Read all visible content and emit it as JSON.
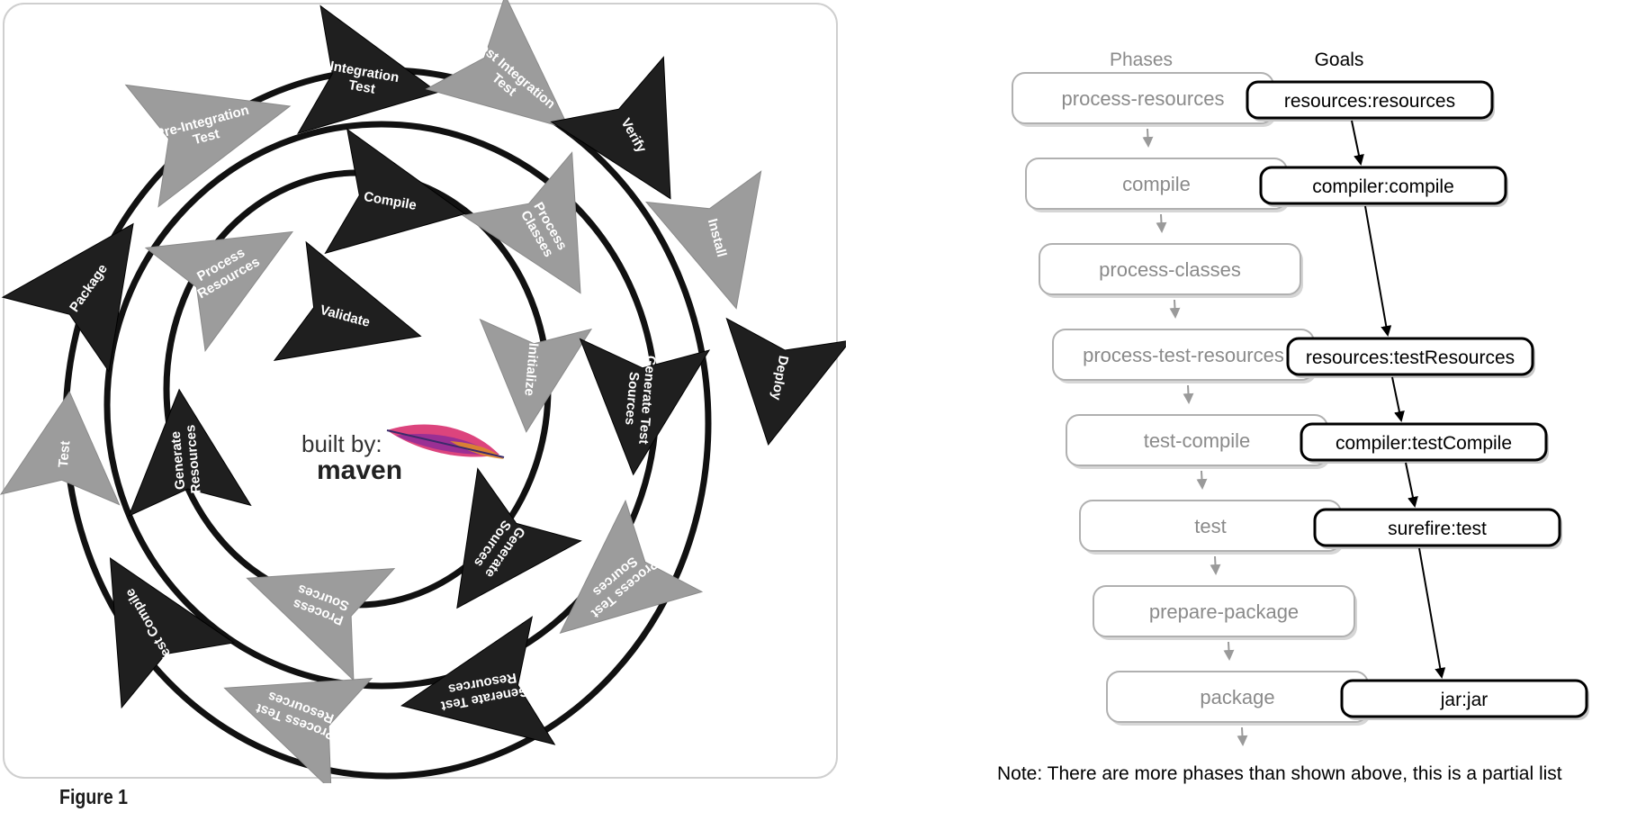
{
  "spiral": {
    "caption": "Figure 1",
    "branding": {
      "prefix": "built by:",
      "name": "maven"
    },
    "arrows": [
      {
        "id": "validate",
        "lines": [
          "Validate"
        ],
        "tone": "dark"
      },
      {
        "id": "initialize",
        "lines": [
          "Initialize"
        ],
        "tone": "light"
      },
      {
        "id": "generate-sources",
        "lines": [
          "Generate",
          "Sources"
        ],
        "tone": "dark"
      },
      {
        "id": "process-sources",
        "lines": [
          "Process",
          "Sources"
        ],
        "tone": "light"
      },
      {
        "id": "generate-resources",
        "lines": [
          "Generate",
          "Resources"
        ],
        "tone": "dark"
      },
      {
        "id": "process-resources",
        "lines": [
          "Process",
          "Resources"
        ],
        "tone": "light"
      },
      {
        "id": "compile",
        "lines": [
          "Compile"
        ],
        "tone": "dark"
      },
      {
        "id": "process-classes",
        "lines": [
          "Process",
          "Classes"
        ],
        "tone": "light"
      },
      {
        "id": "generate-test-sources",
        "lines": [
          "Generate Test",
          "Sources"
        ],
        "tone": "dark"
      },
      {
        "id": "process-test-sources",
        "lines": [
          "Process Test",
          "Sources"
        ],
        "tone": "light"
      },
      {
        "id": "generate-test-resources",
        "lines": [
          "Generate Test",
          "Resources"
        ],
        "tone": "dark"
      },
      {
        "id": "process-test-resources",
        "lines": [
          "Process Test",
          "Resources"
        ],
        "tone": "light"
      },
      {
        "id": "test-compile",
        "lines": [
          "Test Compile"
        ],
        "tone": "dark"
      },
      {
        "id": "test",
        "lines": [
          "Test"
        ],
        "tone": "light"
      },
      {
        "id": "package",
        "lines": [
          "Package"
        ],
        "tone": "dark"
      },
      {
        "id": "pre-integration-test",
        "lines": [
          "Pre-Integration",
          "Test"
        ],
        "tone": "light"
      },
      {
        "id": "integration-test",
        "lines": [
          "Integration",
          "Test"
        ],
        "tone": "dark"
      },
      {
        "id": "post-integration-test",
        "lines": [
          "Post Integration",
          "Test"
        ],
        "tone": "light"
      },
      {
        "id": "verify",
        "lines": [
          "Verify"
        ],
        "tone": "dark"
      },
      {
        "id": "install",
        "lines": [
          "Install"
        ],
        "tone": "light"
      },
      {
        "id": "deploy",
        "lines": [
          "Deploy"
        ],
        "tone": "dark"
      }
    ]
  },
  "lifecycle": {
    "phases_header": "Phases",
    "goals_header": "Goals",
    "rows": [
      {
        "phase": "process-resources",
        "goal": "resources:resources"
      },
      {
        "phase": "compile",
        "goal": "compiler:compile"
      },
      {
        "phase": "process-classes",
        "goal": ""
      },
      {
        "phase": "process-test-resources",
        "goal": "resources:testResources"
      },
      {
        "phase": "test-compile",
        "goal": "compiler:testCompile"
      },
      {
        "phase": "test",
        "goal": "surefire:test"
      },
      {
        "phase": "prepare-package",
        "goal": ""
      },
      {
        "phase": "package",
        "goal": "jar:jar"
      }
    ],
    "note": "Note: There are more phases than shown above, this is a partial list"
  },
  "colors": {
    "dark": "#1f1f1f",
    "light": "#9c9c9c",
    "phase_text": "#8a8a8a"
  }
}
